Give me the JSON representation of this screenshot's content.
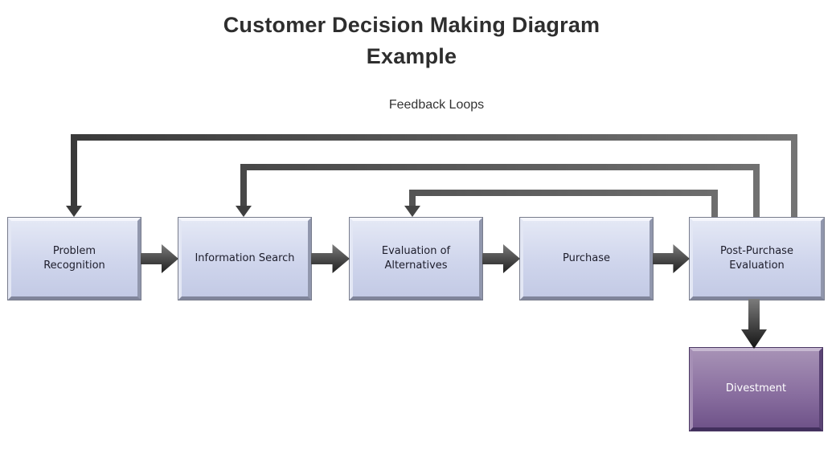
{
  "title": {
    "line1": "Customer Decision Making Diagram",
    "line2": "Example"
  },
  "feedback_loops_label": "Feedback Loops",
  "nodes": {
    "problem_recognition": "Problem\nRecognition",
    "information_search": "Information Search",
    "evaluation_of_alternatives": "Evaluation of\nAlternatives",
    "purchase": "Purchase",
    "post_purchase_evaluation": "Post-Purchase\nEvaluation",
    "divestment": "Divestment"
  },
  "colors": {
    "process_box_fill_top": "#e4e8f5",
    "process_box_fill_bottom": "#c3cae5",
    "divestment_box_fill_top": "#a691b5",
    "divestment_box_fill_bottom": "#6f5389",
    "connector_gray_dark": "#3a3a3a",
    "connector_gray_light": "#757575",
    "title_text": "#2e2e2e",
    "box_text": "#1d1d2b",
    "divestment_text": "#ffffff"
  }
}
